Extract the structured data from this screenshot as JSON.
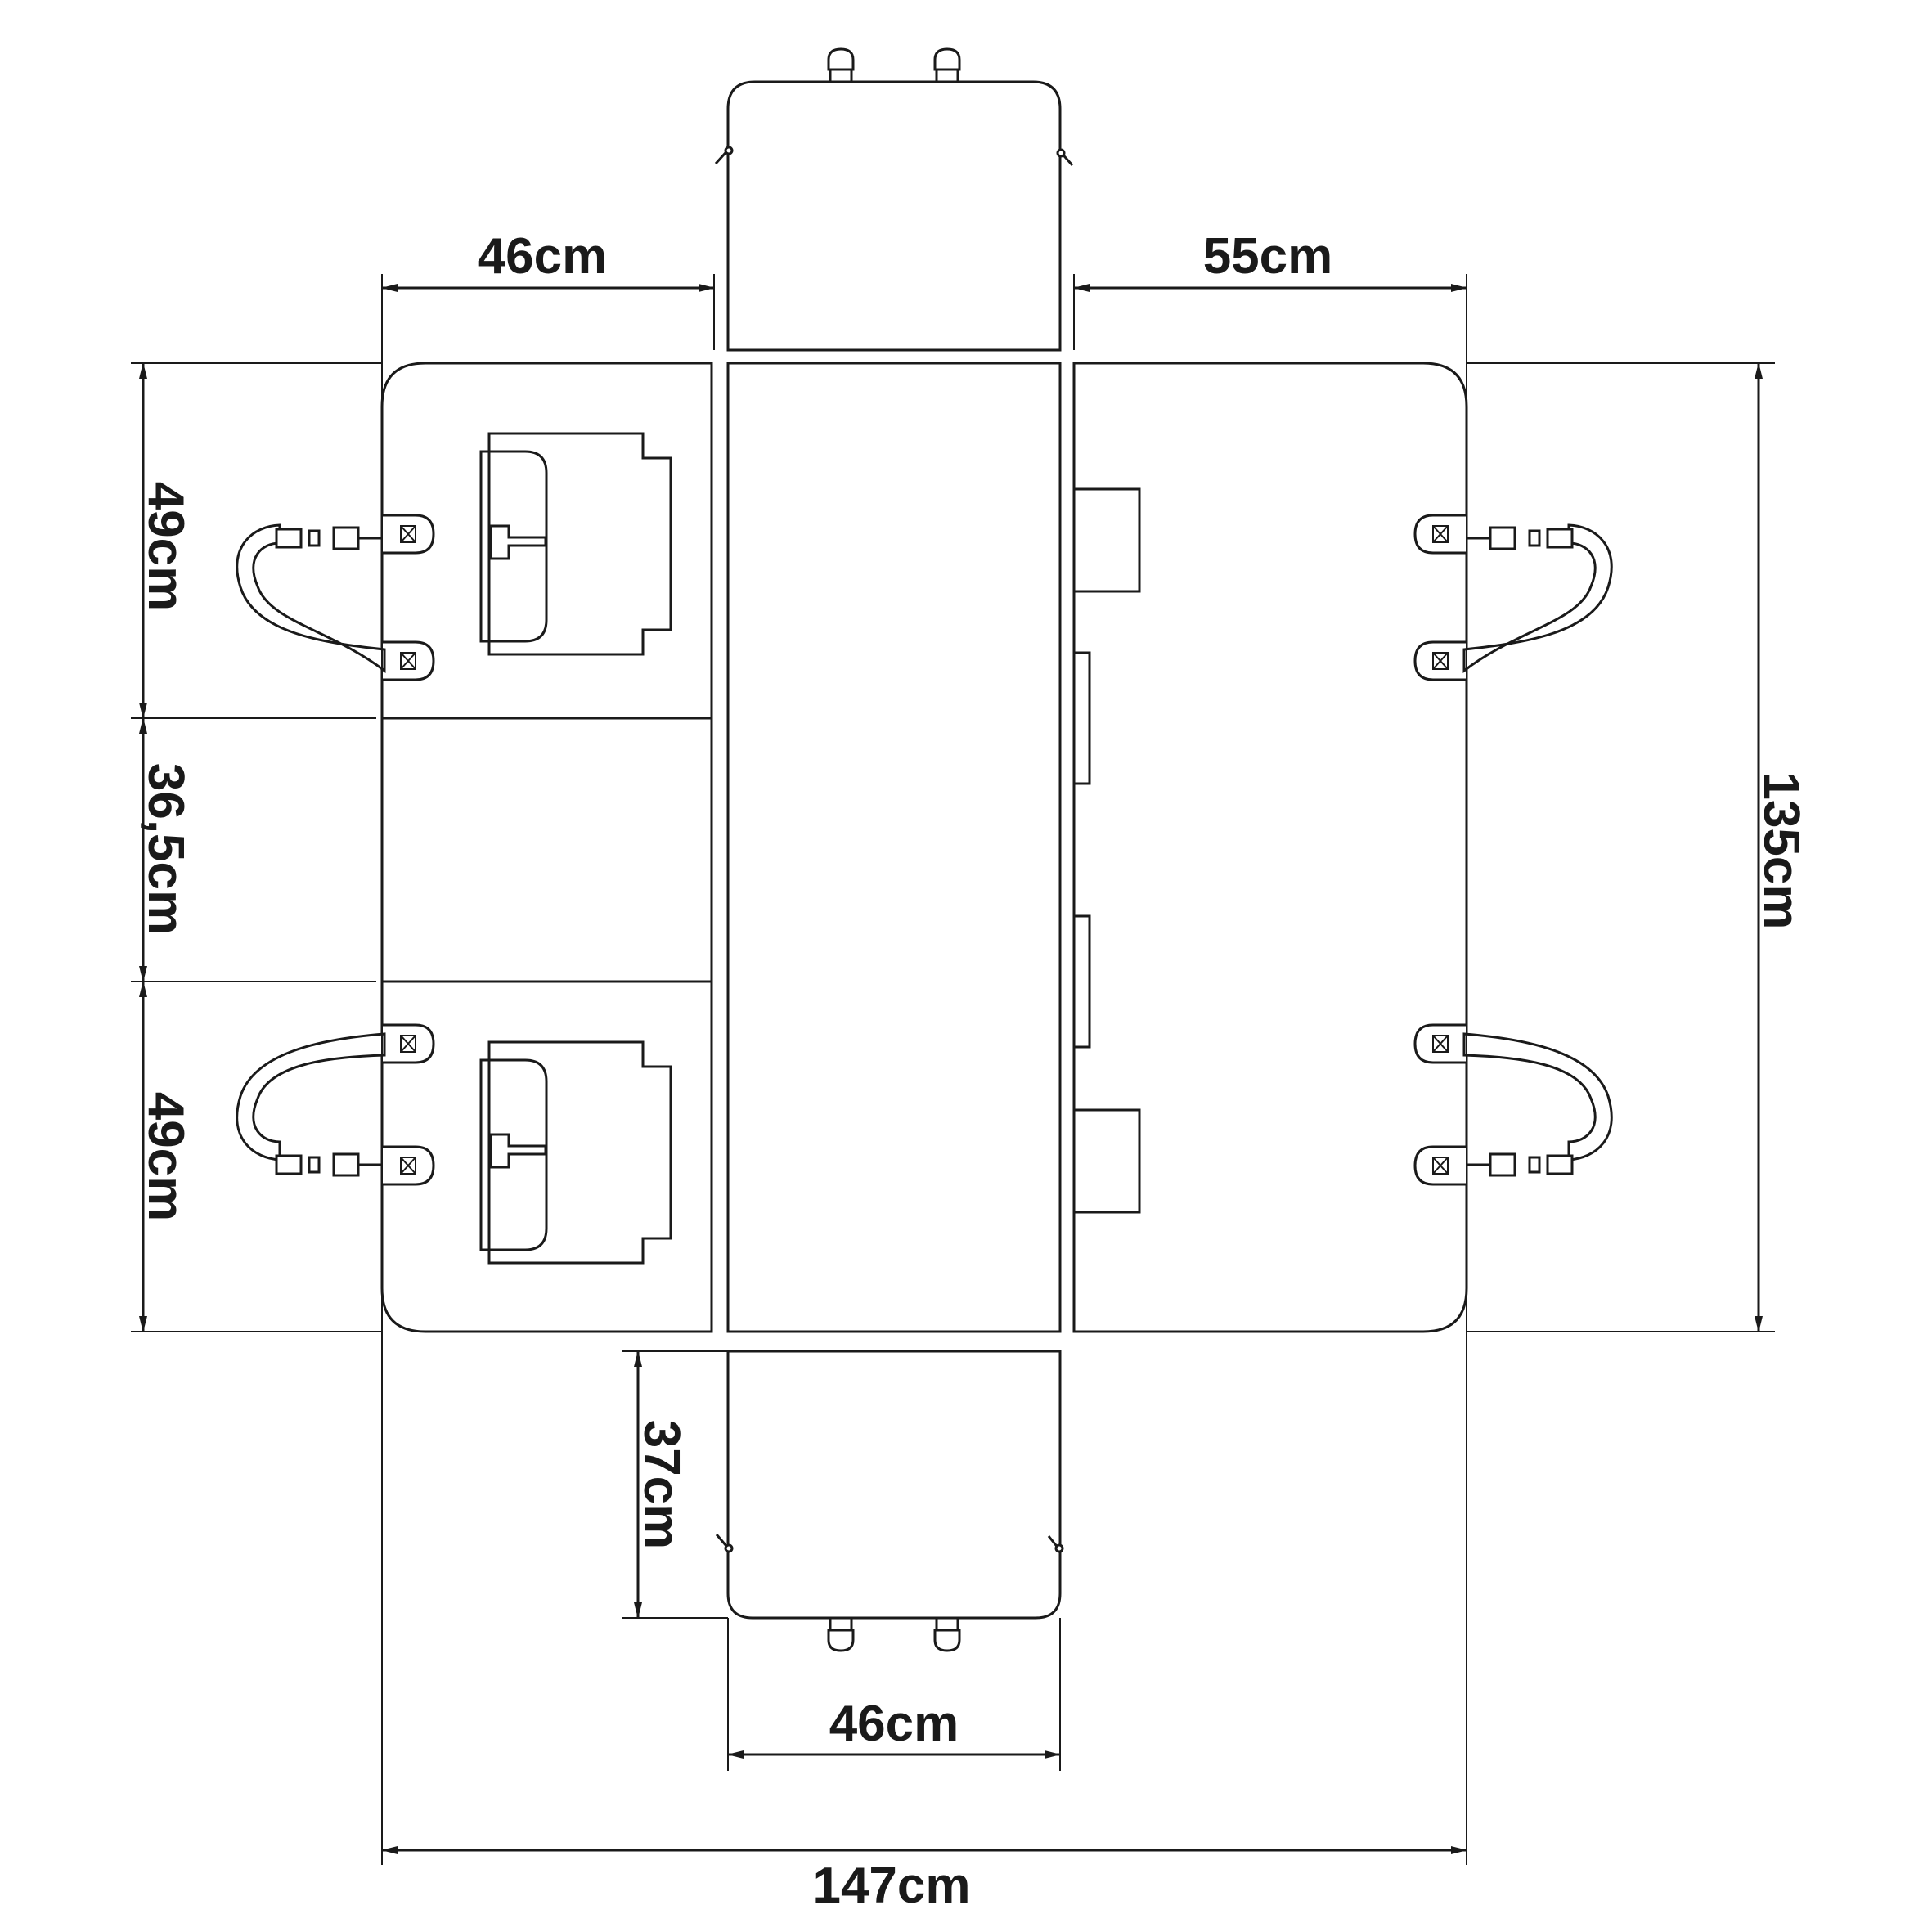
{
  "colors": {
    "line": "#1a1a1a",
    "background": "#ffffff"
  },
  "dimensions": {
    "top_left_width": "46cm",
    "top_right_width": "55cm",
    "left_upper_height": "49cm",
    "left_middle_height": "36,5cm",
    "left_lower_height": "49cm",
    "right_total_height": "135cm",
    "bottom_flap_height": "37cm",
    "bottom_flap_width": "46cm",
    "total_width": "147cm"
  }
}
